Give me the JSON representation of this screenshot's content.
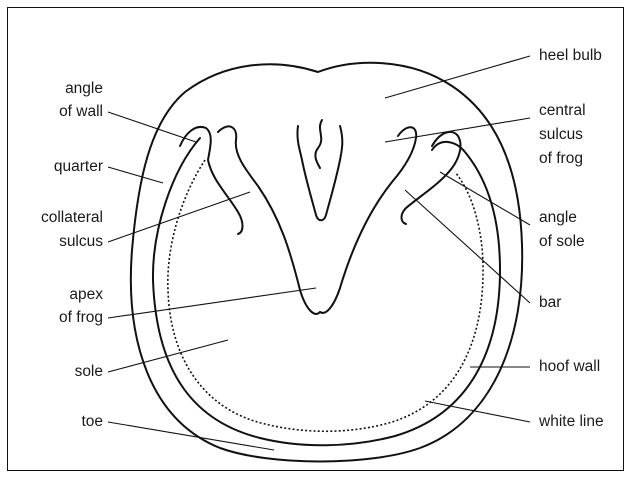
{
  "diagram": {
    "labels": {
      "heel_bulb": "heel bulb",
      "angle_of_wall_1": "angle",
      "angle_of_wall_2": "of wall",
      "central_sulcus_1": "central",
      "central_sulcus_2": "sulcus",
      "central_sulcus_3": "of frog",
      "quarter": "quarter",
      "collateral_sulcus_1": "collateral",
      "collateral_sulcus_2": "sulcus",
      "angle_of_sole_1": "angle",
      "angle_of_sole_2": "of sole",
      "apex_of_frog_1": "apex",
      "apex_of_frog_2": "of frog",
      "bar": "bar",
      "sole": "sole",
      "hoof_wall": "hoof wall",
      "toe": "toe",
      "white_line": "white line"
    }
  }
}
